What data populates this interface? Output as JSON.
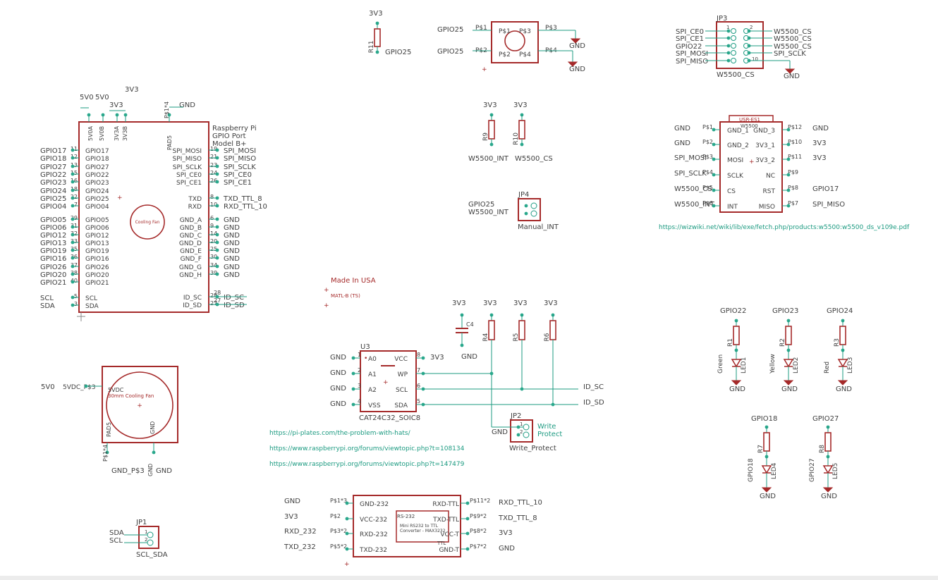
{
  "colors": {
    "part": "#a52a2a",
    "net": "#1e9b82",
    "pin": "#2aa88c",
    "text": "#404040",
    "link": "#1b9a80",
    "background": "#ffffff"
  },
  "labels": {
    "pi_power": [
      "5V0",
      "5V0",
      "3V3",
      "3V3",
      "GND"
    ],
    "pi_title": [
      "Raspberry Pi",
      "GPIO Port",
      "Model B+"
    ],
    "pi_top_pins": [
      "5V0A",
      "5V0B",
      "3V3A",
      "3V3B",
      "PAD5",
      "P$1*4"
    ],
    "pi_left_nets": [
      "GPIO17",
      "GPIO18",
      "GPIO27",
      "GPIO22",
      "GPIO23",
      "GPIO24",
      "GPIO25",
      "GPIO04",
      "GPIO05",
      "GPIO06",
      "GPIO12",
      "GPIO13",
      "GPIO19",
      "GPIO16",
      "GPIO26",
      "GPIO20",
      "GPIO21",
      "SCL",
      "SDA"
    ],
    "pi_left_pins": [
      "GPIO17",
      "GPIO18",
      "GPIO27",
      "GPIO22",
      "GPIO23",
      "GPIO24",
      "GPIO25",
      "GPIO04",
      "GPIO05",
      "GPIO06",
      "GPIO12",
      "GPIO13",
      "GPIO19",
      "GPIO16",
      "GPIO26",
      "GPIO20",
      "GPIO21",
      "SCL",
      "SDA"
    ],
    "pi_left_nums": [
      "11",
      "12",
      "13",
      "15",
      "16",
      "18",
      "22",
      "7",
      "29",
      "31",
      "32",
      "33",
      "35",
      "36",
      "37",
      "38",
      "40",
      "5",
      "3"
    ],
    "pi_right_pins": [
      "SPI_MOSI",
      "SPI_MISO",
      "SPI_SCLK",
      "SPI_CE0",
      "SPI_CE1",
      "TXD",
      "RXD",
      "GND_A",
      "GND_B",
      "GND_C",
      "GND_D",
      "GND_E",
      "GND_F",
      "GND_G",
      "GND_H",
      "ID_SC",
      "ID_SD"
    ],
    "pi_right_nets": [
      "SPI_MOSI",
      "SPI_MISO",
      "SPI_SCLK",
      "SPI_CE0",
      "SPI_CE1",
      "TXD_TTL_8",
      "RXD_TTL_10",
      "GND",
      "GND",
      "GND",
      "GND",
      "GND",
      "GND",
      "GND",
      "GND",
      "ID_SC",
      "ID_SD"
    ],
    "pi_right_nums": [
      "19",
      "21",
      "23",
      "24",
      "26",
      "8",
      "10",
      "6",
      "9",
      "14",
      "20",
      "25",
      "30",
      "34",
      "39",
      "28",
      "27"
    ],
    "cooling_fan": "Cooling Fan",
    "fan_nets": [
      "5V0",
      "5VDC_P$3",
      "5VDC",
      "30mm Cooling Fan",
      "PAD5",
      "GND",
      "P$1*4",
      "GND_P$3",
      "GND",
      "GND"
    ],
    "jp1": [
      "JP1",
      "SDA",
      "SCL",
      "SCL_SDA",
      "1",
      "2"
    ],
    "r11": [
      "3V3",
      "R11",
      "GPIO25"
    ],
    "switch": [
      "GPIO25",
      "P$1",
      "P$1",
      "P$3",
      "P$3",
      "GND",
      "GPIO25",
      "P$2",
      "P$2",
      "P$4",
      "P$4",
      "GND"
    ],
    "r9r10": [
      "3V3",
      "3V3",
      "R9",
      "R10",
      "W5500_INT",
      "W5500_CS"
    ],
    "jp4": [
      "GPIO25",
      "W5500_INT",
      "JP4",
      "Manual_INT"
    ],
    "made_in_usa": "Made In USA",
    "matl": "MATL-B (TS)",
    "jp3_left": [
      "SPI_CE0",
      "SPI_CE1",
      "GPIO22",
      "SPI_MOSI",
      "SPI_MISO"
    ],
    "jp3_right": [
      "W5500_CS",
      "W5500_CS",
      "W5500_CS",
      "SPI_SCLK",
      "GND"
    ],
    "jp3": [
      "JP3",
      "W5500_CS",
      "1",
      "2",
      "10"
    ],
    "usr": [
      "USR-ES1",
      "W5500"
    ],
    "usr_left_nets": [
      "GND",
      "GND",
      "SPI_MOSI",
      "SPI_SCLK",
      "W5500_CS",
      "W5500_INT"
    ],
    "usr_left_pins": [
      "P$1",
      "P$2",
      "P$3",
      "P$4",
      "P$5",
      "P$6"
    ],
    "usr_left_names": [
      "GND_1",
      "GND_2",
      "MOSI",
      "SCLK",
      "CS",
      "INT"
    ],
    "usr_right_names": [
      "GND_3",
      "3V3_1",
      "3V3_2",
      "NC",
      "RST",
      "MISO"
    ],
    "usr_right_pins": [
      "P$12",
      "P$10",
      "P$11",
      "P$9",
      "P$8",
      "P$7"
    ],
    "usr_right_nets": [
      "GND",
      "3V3",
      "3V3",
      "",
      "GPIO17",
      "SPI_MISO"
    ],
    "w5500_link": "https://wizwiki.net/wiki/lib/exe/fetch.php/products:w5500:w5500_ds_v109e.pdf",
    "eeprom_top": [
      "3V3",
      "3V3",
      "3V3",
      "3V3",
      "C4",
      "R4",
      "R5",
      "R6",
      "GND"
    ],
    "u3": [
      "U3",
      "CAT24C32_SOIC8"
    ],
    "u3_left_nets": [
      "GND",
      "GND",
      "GND",
      "GND"
    ],
    "u3_left_nums": [
      "1",
      "2",
      "3",
      "4"
    ],
    "u3_left_pins": [
      "A0",
      "A1",
      "A2",
      "VSS"
    ],
    "u3_right_pins": [
      "VCC",
      "WP",
      "SCL",
      "SDA"
    ],
    "u3_right_nums": [
      "8",
      "7",
      "6",
      "5"
    ],
    "u3_nets": [
      "3V3",
      "ID_SC",
      "ID_SD"
    ],
    "jp2": [
      "JP2",
      "Write",
      "Protect",
      "GND",
      "Write_Protect",
      "1",
      "2"
    ],
    "links": [
      "https://pi-plates.com/the-problem-with-hats/",
      "https://www.raspberrypi.org/forums/viewtopic.php?t=108134",
      "https://www.raspberrypi.org/forums/viewtopic.php?t=147479"
    ],
    "leds_top": [
      "GPIO22",
      "GPIO23",
      "GPIO24"
    ],
    "leds_r": [
      "R1",
      "R2",
      "R3"
    ],
    "leds_color": [
      "Green",
      "Yellow",
      "Red"
    ],
    "leds_name": [
      "LED1",
      "LED2",
      "LED3"
    ],
    "leds2_top": [
      "GPIO18",
      "GPIO27"
    ],
    "leds2_r": [
      "R7",
      "R8"
    ],
    "leds2_side": [
      "GPIO18",
      "GPIO27"
    ],
    "leds2_name": [
      "LED4",
      "LED5"
    ],
    "gnd": "GND",
    "rs_left_nets": [
      "GND",
      "3V3",
      "RXD_232",
      "TXD_232"
    ],
    "rs_left_pins": [
      "P$1*3",
      "P$2",
      "P$3*2",
      "P$5*2"
    ],
    "rs_left_names": [
      "GND-232",
      "VCC-232",
      "RXD-232",
      "TXD-232"
    ],
    "rs_right_names": [
      "RXD-TTL",
      "TXD-TTL",
      "VCC-T",
      "GND-T"
    ],
    "rs_right_pins": [
      "P$11*2",
      "P$9*2",
      "P$8*2",
      "P$7*2"
    ],
    "rs_right_nets": [
      "RXD_TTL_10",
      "TXD_TTL_8",
      "3V3",
      "GND"
    ],
    "rs_inner": [
      "RS-232",
      "TTL",
      "Mini RS232 to TTL",
      "Converter - MAX3232"
    ]
  }
}
